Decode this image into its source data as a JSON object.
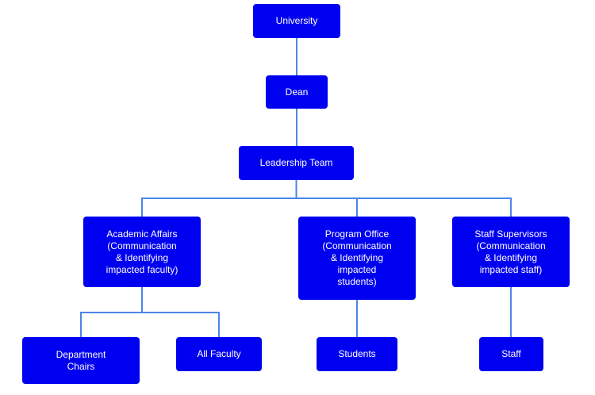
{
  "colors": {
    "node_fill": "#0000f0",
    "node_text": "#ffffff",
    "connector": "#4a86e8"
  },
  "nodes": {
    "university": "University",
    "dean": "Dean",
    "leadership": "Leadership Team",
    "academic": "Academic Affairs\n(Communication\n& Identifying\nimpacted faculty)",
    "program": "Program Office\n(Communication\n& Identifying\nimpacted\nstudents)",
    "staffsup": "Staff Supervisors\n(Communication\n& Identifying\nimpacted staff)",
    "chairs": "Department\nChairs",
    "faculty": "All Faculty",
    "students": "Students",
    "staff": "Staff"
  },
  "edges": [
    [
      "university",
      "dean"
    ],
    [
      "dean",
      "leadership"
    ],
    [
      "leadership",
      "academic"
    ],
    [
      "leadership",
      "program"
    ],
    [
      "leadership",
      "staffsup"
    ],
    [
      "academic",
      "chairs"
    ],
    [
      "academic",
      "faculty"
    ],
    [
      "program",
      "students"
    ],
    [
      "staffsup",
      "staff"
    ]
  ]
}
